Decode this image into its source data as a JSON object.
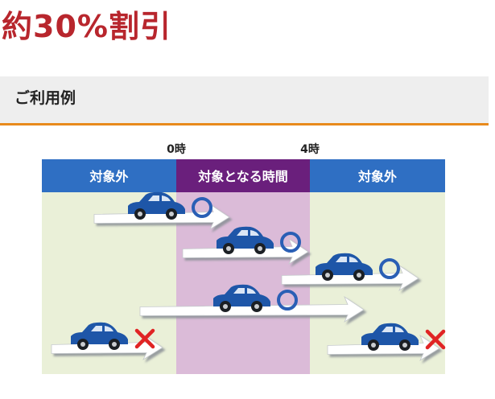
{
  "headline": "約30%割引",
  "section": {
    "title": "ご利用例"
  },
  "diagram": {
    "time_labels": [
      "0時",
      "4時"
    ],
    "columns": [
      {
        "label": "対象外",
        "bg": "#eaf0d8",
        "header": "#2f6fc3"
      },
      {
        "label": "対象となる時間",
        "bg": "#dbbbd8",
        "header": "#6a1f7c"
      },
      {
        "label": "対象外",
        "bg": "#eaf0d8",
        "header": "#2f6fc3"
      }
    ],
    "trips": [
      {
        "result": "circle",
        "result_name": "discount-circle-icon"
      },
      {
        "result": "circle",
        "result_name": "discount-circle-icon"
      },
      {
        "result": "circle",
        "result_name": "discount-circle-icon"
      },
      {
        "result": "circle",
        "result_name": "discount-circle-icon"
      },
      {
        "result": "cross",
        "result_name": "no-discount-cross-icon"
      },
      {
        "result": "cross",
        "result_name": "no-discount-cross-icon"
      }
    ],
    "colors": {
      "car": "#1e56a8",
      "circle": "#2a5fb5",
      "cross": "#e02424",
      "arrow": "#ffffff",
      "arrow_shadow": "#9aa0a6"
    }
  }
}
